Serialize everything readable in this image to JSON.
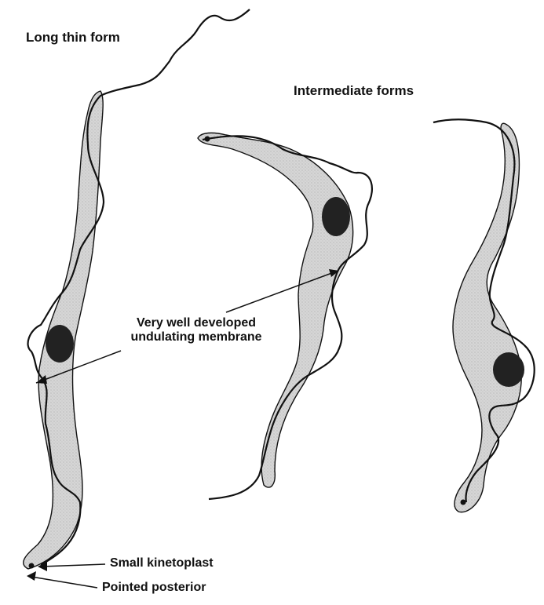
{
  "diagram": {
    "labels": {
      "long_thin_form": "Long thin form",
      "intermediate_forms": "Intermediate forms",
      "membrane_line1": "Very well developed",
      "membrane_line2": "undulating membrane",
      "small_kinetoplast": "Small kinetoplast",
      "pointed_posterior": "Pointed posterior"
    },
    "colors": {
      "body_fill": "#d6d6d6",
      "outline": "#111111",
      "nucleus": "#222222",
      "background": "#ffffff"
    }
  }
}
